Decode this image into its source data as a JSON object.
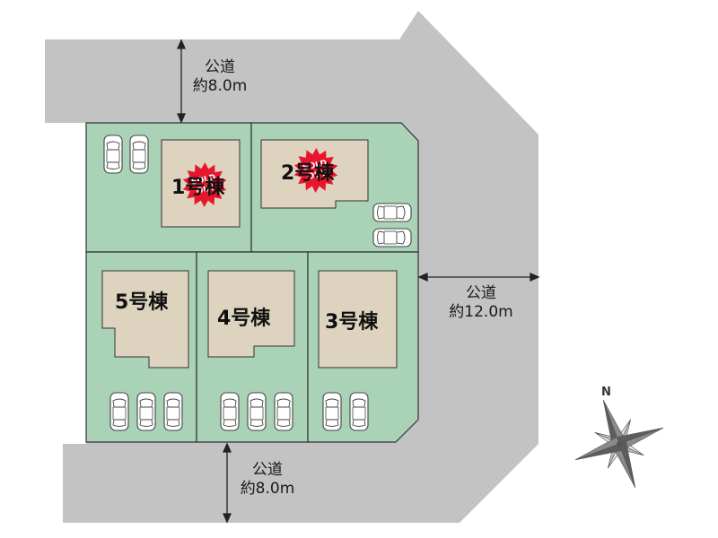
{
  "roads": {
    "north": {
      "name": "公道",
      "width": "約8.0m"
    },
    "east": {
      "name": "公道",
      "width": "約12.0m"
    },
    "south": {
      "name": "公道",
      "width": "約8.0m"
    }
  },
  "lots": [
    {
      "id": "1",
      "label": "1号棟",
      "status": "SOLD OUT"
    },
    {
      "id": "2",
      "label": "2号棟",
      "status": "SOLD OUT"
    },
    {
      "id": "3",
      "label": "3号棟"
    },
    {
      "id": "4",
      "label": "4号棟"
    },
    {
      "id": "5",
      "label": "5号棟"
    }
  ],
  "sold_badge": {
    "line1": "SOLD",
    "line2": "OUT"
  },
  "compass": {
    "label": "N"
  },
  "colors": {
    "road": "#c3c3c3",
    "lot": "#a9d2b6",
    "house": "#ddd3bf",
    "badge": "#e8162c",
    "outline": "#333333"
  }
}
